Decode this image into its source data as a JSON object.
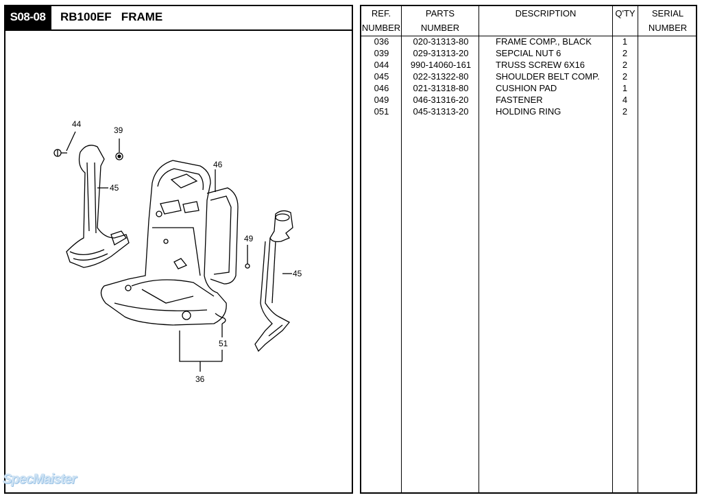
{
  "header": {
    "section_code": "S08-08",
    "title": "RB100EF   FRAME"
  },
  "diagram": {
    "callouts": [
      "44",
      "39",
      "45",
      "46",
      "49",
      "45",
      "51",
      "36"
    ]
  },
  "table": {
    "headers": {
      "ref": [
        "REF.",
        "NUMBER"
      ],
      "parts": [
        "PARTS",
        "NUMBER"
      ],
      "description": [
        "DESCRIPTION",
        ""
      ],
      "qty": [
        "Q'TY",
        ""
      ],
      "serial": [
        "SERIAL",
        "NUMBER"
      ]
    },
    "rows": [
      {
        "ref": "036",
        "part": "020-31313-80",
        "desc": "FRAME COMP., BLACK",
        "qty": "1"
      },
      {
        "ref": "039",
        "part": "029-31313-20",
        "desc": "SEPCIAL NUT 6",
        "qty": "2"
      },
      {
        "ref": "044",
        "part": "990-14060-161",
        "desc": "TRUSS SCREW 6X16",
        "qty": "2"
      },
      {
        "ref": "045",
        "part": "022-31322-80",
        "desc": "SHOULDER BELT COMP.",
        "qty": "2"
      },
      {
        "ref": "046",
        "part": "021-31318-80",
        "desc": "CUSHION PAD",
        "qty": "1"
      },
      {
        "ref": "049",
        "part": "046-31316-20",
        "desc": "FASTENER",
        "qty": "4"
      },
      {
        "ref": "051",
        "part": "045-31313-20",
        "desc": "HOLDING RING",
        "qty": "2"
      }
    ]
  },
  "watermark": "SpecMaister"
}
